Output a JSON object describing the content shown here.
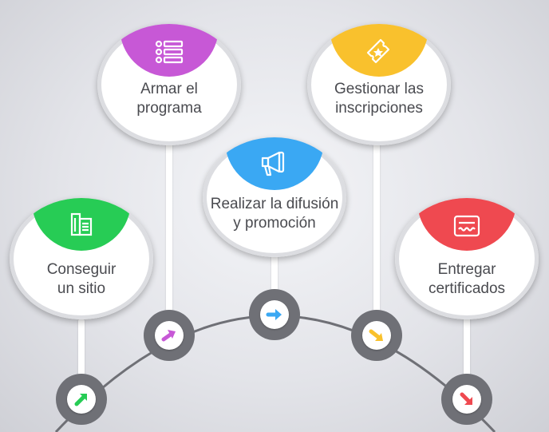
{
  "steps": [
    {
      "id": "sitio",
      "label_line1": "Conseguir",
      "label_line2": "un sitio",
      "color": "#27cc55",
      "icon": "building-icon",
      "arrow": "arrow-up-right-icon"
    },
    {
      "id": "programa",
      "label_line1": "Armar el",
      "label_line2": "programa",
      "color": "#c758d6",
      "icon": "list-icon",
      "arrow": "arrow-down-right-icon"
    },
    {
      "id": "difusion",
      "label_line1": "Realizar la difusión",
      "label_line2": "y promoción",
      "color": "#3aa8f3",
      "icon": "megaphone-icon",
      "arrow": "arrow-right-icon"
    },
    {
      "id": "inscripciones",
      "label_line1": "Gestionar las",
      "label_line2": "inscripciones",
      "color": "#f9c12d",
      "icon": "ticket-icon",
      "arrow": "arrow-down-right-icon"
    },
    {
      "id": "certificados",
      "label_line1": "Entregar",
      "label_line2": "certificados",
      "color": "#ef4950",
      "icon": "certificate-icon",
      "arrow": "arrow-down-right-icon"
    }
  ],
  "colors": {
    "arc": "#6f7076",
    "node": "#6f7076",
    "text": "#4a4b50"
  }
}
